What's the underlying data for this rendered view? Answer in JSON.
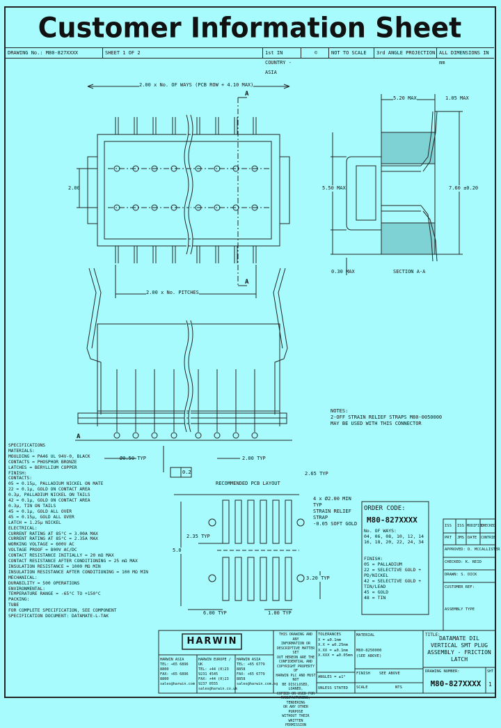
{
  "title": "Customer Information Sheet",
  "header": {
    "drawing_no": "DRAWING No.: M80-827XXXX",
    "sheet": "SHEET 1 OF 2",
    "third_angle": "1st IN COUNTRY - ASIA",
    "copyright": "©",
    "not_to_scale": "NOT TO SCALE",
    "projection": "3rd ANGLE PROJECTION",
    "dims": "ALL DIMENSIONS IN mm"
  },
  "drawing": {
    "top_dim": "2.00 x No. OF WAYS (PCB ROW + 4.10 MAX)",
    "dim_a_top": "A",
    "dim_a_bottom": "A",
    "dim_2_00": "2.00",
    "pitch_dim": "2.00 x No. PITCHES",
    "dim_520": "5.20 MAX",
    "dim_105": "1.05 MAX",
    "dim_550": "5.50 MAX",
    "dim_760": "7.60 ±0.20",
    "dim_030": "0.30 MAX",
    "section": "SECTION  A-A",
    "datum_a": "A",
    "tol_dim": "Ø0.50 TYP",
    "tol_ref": "0.2",
    "pitch_typ": "2.00 TYP",
    "notes_title": "NOTES:",
    "notes_1": "2-OFF STRAIN RELIEF STRAPS M80-0050000",
    "notes_2": "MAY BE USED WITH THIS CONNECTOR",
    "pcb_layout_title": "RECOMMENDED PCB LAYOUT",
    "pcb_265": "2.65 TYP",
    "pcb_holes": "4 x Ø2.00 MIN TYP",
    "pcb_holes2": "STRAIN RELIEF STRAP",
    "pcb_holes3": "-0.05 SOFT GOLD",
    "pcb_235": "2.35 TYP",
    "pcb_50": "5.0",
    "pcb_320": "3.20 TYP",
    "pcb_600": "6.00 TYP",
    "pcb_100": "1.00 TYP"
  },
  "specs": [
    "SPECIFICATIONS",
    "MATERIALS:",
    "MOULDING = PA46 UL 94V-0, BLACK",
    "CONTACTS = PHOSPHOR BRONZE",
    "LATCHES = BERYLLIUM COPPER",
    "FINISH:",
    "CONTACTS:",
    "  05 = 0.15μ, PALLADIUM NICKEL ON MATE",
    "  22 = 0.1μ, GOLD ON CONTACT AREA",
    "       0.3μ, PALLADIUM NICKEL ON TAILS",
    "  42 = 0.1μ, GOLD ON CONTACT AREA",
    "       0.3μ, TIN ON TAILS",
    "  45 = 0.1μ, GOLD ALL OVER",
    "  45 = 0.15μ, GOLD ALL OVER",
    "LATCH = 1.25μ NICKEL",
    "ELECTRICAL:",
    "CURRENT RATING AT 85°C = 3.00A MAX",
    "CURRENT RATING AT 85°C = 2.35A MAX",
    "WORKING VOLTAGE = 600V AC",
    "VOLTAGE PROOF = 800V AC/DC",
    "CONTACT RESISTANCE INITIALLY = 20 mΩ MAX",
    "CONTACT RESISTANCE AFTER CONDITIONING = 25 mΩ MAX",
    "INSULATION RESISTANCE = 1000 MΩ MIN",
    "INSULATION RESISTANCE AFTER CONDITIONING = 100 MΩ MIN",
    "MECHANICAL:",
    "DURABILITY = 500 OPERATIONS",
    "ENVIRONMENTAL:",
    "TEMPERATURE RANGE = -65°C TO +150°C",
    "PACKING:",
    "TUBE",
    "FOR COMPLETE SPECIFICATION, SEE COMPONENT",
    "SPECIFICATION DOCUMENT: DATAMATE-L-TAK"
  ],
  "order": {
    "title": "ORDER CODE:",
    "code": "M80-827XXXX",
    "ways_label": "No. OF WAYS:",
    "ways_1": "04, 06, 08, 10, 12, 14",
    "ways_2": "16, 18, 20, 22, 24, 34",
    "finish_label": "FINISH:",
    "f1": "05 = PALLADIUM",
    "f2": "22 = SELECTIVE GOLD + PD/NICKEL",
    "f3": "42 = SELECTIVE GOLD + TIN/LEAD",
    "f4": "45 = GOLD",
    "f5": "48 = TIN"
  },
  "revision": {
    "h1": "ISS",
    "h2": "ISS",
    "h3": "MODIFIED",
    "h4": "CHECKED",
    "r1": "PRT",
    "r2": "JMS",
    "r3": "DATE",
    "r4": "CONTRIB",
    "approved": "APPROVED:",
    "approved_val": "D. MCCALLISTER",
    "checked": "CHECKED:",
    "checked_val": "K. REID",
    "drawn": "DRAWN:",
    "drawn_val": "S. DICK",
    "customer_ref": "CUSTOMER REF:",
    "assembly": "ASSEMBLY TYPE"
  },
  "titleblock": {
    "logo": "HARWIN",
    "addr1_title": "HARWIN ASIA",
    "addr1_l1": "TEL: +65 6896 8800",
    "addr1_l2": "FAX: +65 6896 8800",
    "addr1_l3": "sales@harwin.com",
    "addr2_title": "HARWIN EUROPE / UK",
    "addr2_l1": "TEL: +44 (0)23 9231 4545",
    "addr2_l2": "FAX: +44 (0)23 9237 0555",
    "addr2_l3": "sales@harwin.co.uk",
    "addr3_title": "HARWIN ASIA",
    "addr3_l1": "TEL: +65 6779 8858",
    "addr3_l2": "FAX: +65 6779 8858",
    "addr3_l3": "sales@harwin.com.sg",
    "legal1": "THIS DRAWING AND ANY",
    "legal2": "INFORMATION OR",
    "legal3": "DESCRIPTIVE MATTER SET",
    "legal4": "OUT HEREON ARE THE",
    "legal5": "CONFIDENTIAL AND",
    "legal6": "COPYRIGHT PROPERTY OF",
    "legal7": "HARWIN PLC AND MUST NOT",
    "legal8": "BE DISCLOSED, LOANED,",
    "legal9": "COPIED OR USED FOR",
    "legal10": "MANUFACTURING, TENDERING",
    "legal11": "OR ANY OTHER PURPOSE",
    "legal12": "WITHOUT THEIR WRITTEN",
    "legal13": "PERMISSION",
    "tol_title": "TOLERANCES",
    "tol1": "X = ±0.1mm",
    "tol2": "X.X = ±0.25mm",
    "tol3": "X.XX = ±0.1mm",
    "tol4": "X.XXX = ±0.05mm",
    "tol5": "ANGLES = ±1°",
    "tol6": "UNLESS STATED",
    "mat_title": "MATERIAL",
    "mat1": "M80-8250000",
    "mat2": "(SEE ABOVE)",
    "finish_title": "FINISH",
    "finish_val": "SEE ABOVE",
    "scale_title": "SCALE",
    "scale_val": "NTS",
    "title_label": "TITLE:",
    "t1": "DATAMATE DIL",
    "t2": "VERTICAL SMT PLUG",
    "t3": "ASSEMBLY - FRICTION LATCH",
    "dwg_label": "DRAWING NUMBER:",
    "dwg_val": "M80-827XXXX",
    "sheet_label": "SHT",
    "sheet_val": "1"
  }
}
